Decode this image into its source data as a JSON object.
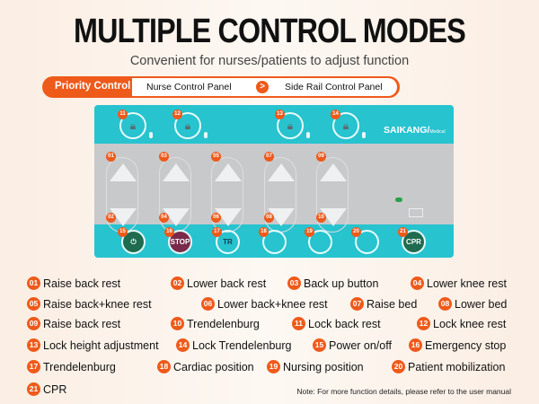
{
  "title": "MULTIPLE CONTROL MODES",
  "subtitle": "Convenient for nurses/patients to adjust function",
  "priority": {
    "label": "Priority Control",
    "first": "Nurse Control Panel",
    "second": "Side Rail Control Panel"
  },
  "panel": {
    "brand": "SAIKANG",
    "brand_sub": "Medical",
    "stop": "STOP",
    "tr": "TR",
    "cpr": "CPR",
    "top_badges": [
      "11",
      "12",
      "13",
      "14"
    ],
    "rocker_badges": [
      [
        "01",
        "02"
      ],
      [
        "03",
        "04"
      ],
      [
        "05",
        "06"
      ],
      [
        "07",
        "08"
      ],
      [
        "09",
        "10"
      ]
    ],
    "bottom_badges": [
      "15",
      "16",
      "17",
      "18",
      "19",
      "20",
      "21"
    ]
  },
  "legend": [
    {
      "n": "01",
      "label": "Raise back rest"
    },
    {
      "n": "02",
      "label": "Lower back rest"
    },
    {
      "n": "03",
      "label": "Back up button"
    },
    {
      "n": "04",
      "label": "Lower knee rest"
    },
    {
      "n": "05",
      "label": "Raise back+knee rest"
    },
    {
      "n": "06",
      "label": "Lower back+knee rest"
    },
    {
      "n": "07",
      "label": "Raise bed"
    },
    {
      "n": "08",
      "label": "Lower bed"
    },
    {
      "n": "09",
      "label": "Raise back rest"
    },
    {
      "n": "10",
      "label": "Trendelenburg"
    },
    {
      "n": "11",
      "label": "Lock back rest"
    },
    {
      "n": "12",
      "label": "Lock knee rest"
    },
    {
      "n": "13",
      "label": "Lock height adjustment"
    },
    {
      "n": "14",
      "label": "Lock Trendelenburg"
    },
    {
      "n": "15",
      "label": "Power on/off"
    },
    {
      "n": "16",
      "label": "Emergency stop"
    },
    {
      "n": "17",
      "label": "Trendelenburg"
    },
    {
      "n": "18",
      "label": "Cardiac position"
    },
    {
      "n": "19",
      "label": "Nursing position"
    },
    {
      "n": "20",
      "label": "Patient mobilization"
    },
    {
      "n": "21",
      "label": "CPR"
    }
  ],
  "note": "Note: For more function details, please refer to the user manual",
  "colors": {
    "accent": "#ee5a1a",
    "teal": "#27c3cf",
    "panel_gray": "#c7c9cb"
  }
}
